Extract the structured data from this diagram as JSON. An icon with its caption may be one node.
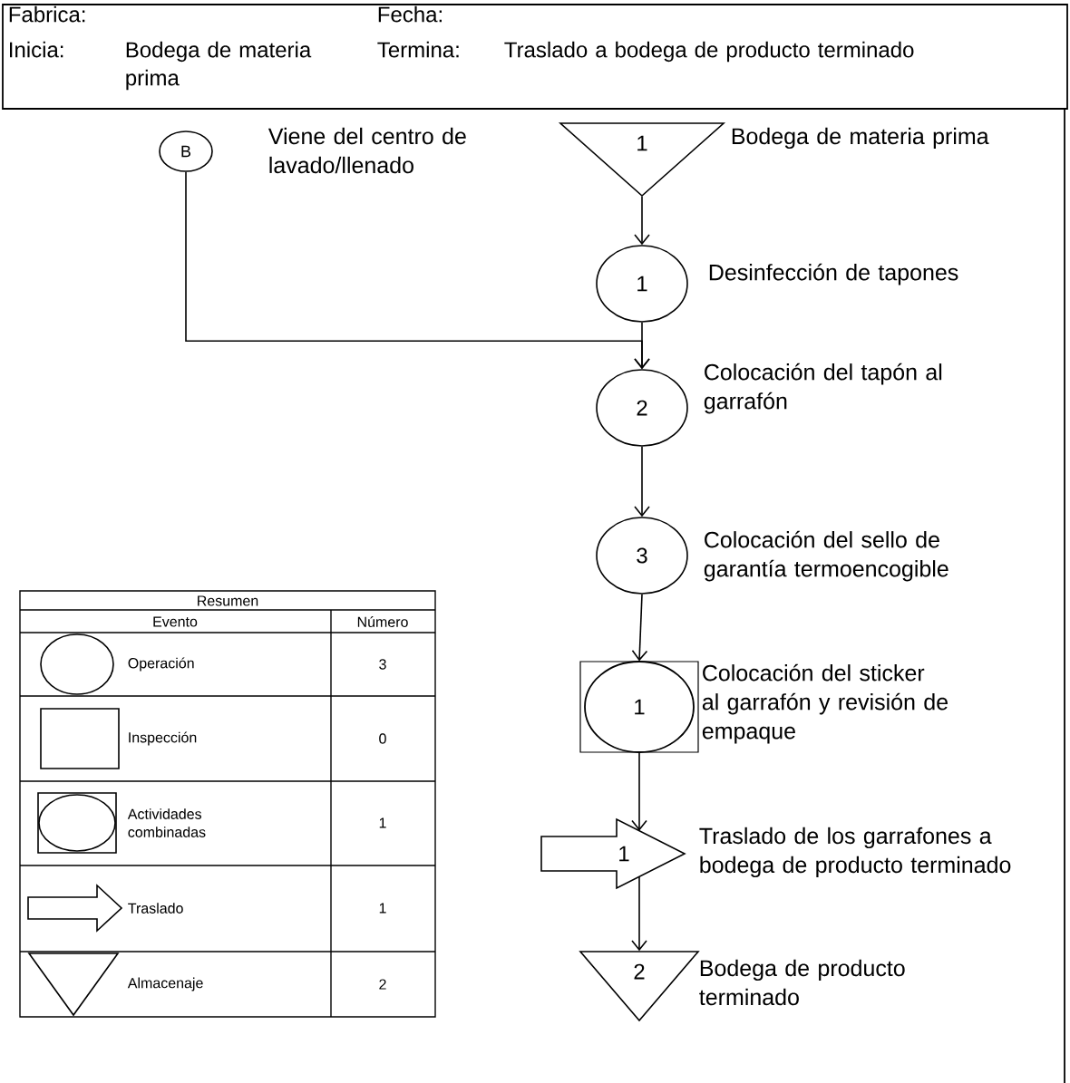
{
  "diagram": {
    "nodes": [
      {
        "text": [
          "B"
        ],
        "beside": [
          "Viene del centro de lavado/llenado"
        ]
      },
      {
        "text": [
          "1"
        ],
        "beside": [
          "Bodega de materia prima"
        ]
      },
      {
        "text": [
          "1"
        ],
        "beside": [
          "Desinfección de tapones"
        ]
      },
      {
        "text": [
          "2"
        ],
        "beside": [
          "Colocación del tapón al garrafón"
        ]
      },
      {
        "text": [
          "3"
        ],
        "beside": [
          "Colocación del sello de garantía termoencogible"
        ]
      },
      {
        "text": [
          "1"
        ],
        "beside": [
          "Colocación del sticker al garrafón y revisión de empaque"
        ]
      },
      {
        "text": [
          "1"
        ],
        "beside": [
          "Traslado de los garrafones a bodega de producto terminado"
        ]
      },
      {
        "text": [
          "2"
        ],
        "beside": [
          "Bodega de producto terminado"
        ]
      }
    ],
    "edges": [
      {
        "from": 1,
        "to": 2,
        "arrow": "to"
      },
      {
        "from": 2,
        "to": 3,
        "arrow": "to"
      },
      {
        "from": 0,
        "to": 3,
        "arrow": "to"
      },
      {
        "from": 3,
        "to": 4,
        "arrow": "to"
      },
      {
        "from": 4,
        "to": 5,
        "arrow": "to"
      },
      {
        "from": 5,
        "to": 6,
        "arrow": "to"
      },
      {
        "from": 6,
        "to": 7,
        "arrow": "to"
      }
    ],
    "labels": [
      "Fabrica:",
      "Fecha:",
      "Inicia:",
      "Bodega de materia prima",
      "Termina:",
      "Traslado a bodega de producto terminado",
      "Resumen",
      "Evento",
      "Número",
      "Operación",
      "3",
      "Inspección",
      "0",
      "Actividades combinadas",
      "1",
      "Traslado",
      "1",
      "Almacenaje",
      "2"
    ]
  }
}
